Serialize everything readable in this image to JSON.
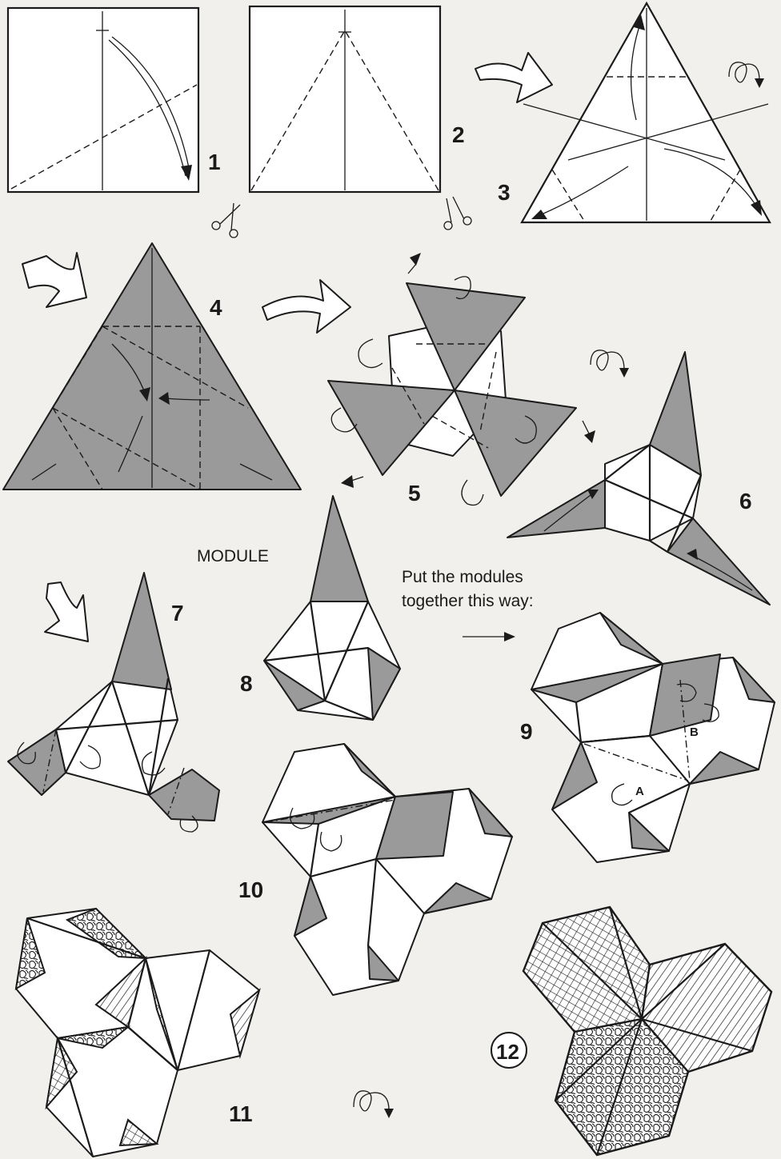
{
  "steps": {
    "s1": "1",
    "s2": "2",
    "s3": "3",
    "s4": "4",
    "s5": "5",
    "s6": "6",
    "s7": "7",
    "s8": "8",
    "s9": "9",
    "s10": "10",
    "s11": "11",
    "s12": "12"
  },
  "labels": {
    "module": "MODULE",
    "put_line1": "Put the modules",
    "put_line2": "together this way:",
    "point_a": "A",
    "point_b": "B"
  },
  "icons": [
    "scissors-icon",
    "turn-over-icon",
    "hollow-arrow-icon"
  ]
}
